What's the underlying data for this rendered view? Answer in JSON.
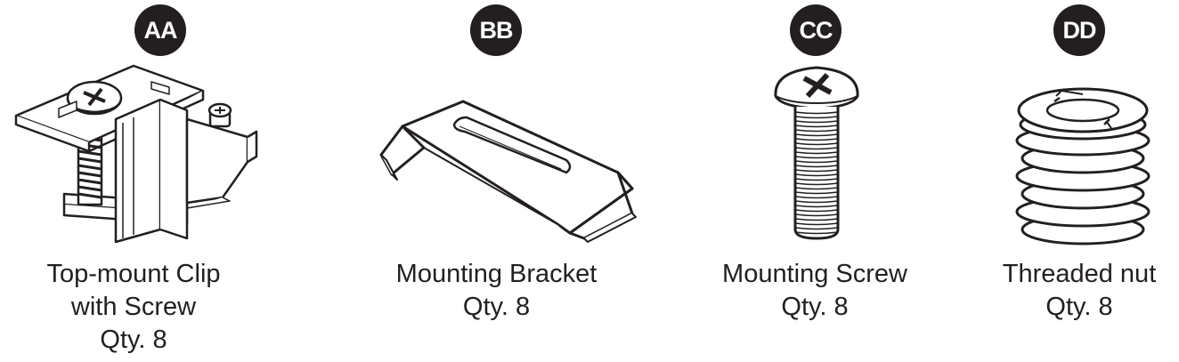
{
  "parts": [
    {
      "badge": "AA",
      "icon": "top-mount-clip-icon",
      "name_line1": "Top-mount Clip",
      "name_line2": "with Screw",
      "qty": "Qty. 8"
    },
    {
      "badge": "BB",
      "icon": "mounting-bracket-icon",
      "name_line1": "Mounting Bracket",
      "qty": "Qty. 8"
    },
    {
      "badge": "CC",
      "icon": "mounting-screw-icon",
      "name_line1": "Mounting Screw",
      "qty": "Qty. 8"
    },
    {
      "badge": "DD",
      "icon": "threaded-nut-icon",
      "name_line1": "Threaded nut",
      "qty": "Qty. 8"
    }
  ],
  "colors": {
    "ink": "#231f20",
    "badge_text": "#ffffff",
    "background": "#ffffff"
  }
}
